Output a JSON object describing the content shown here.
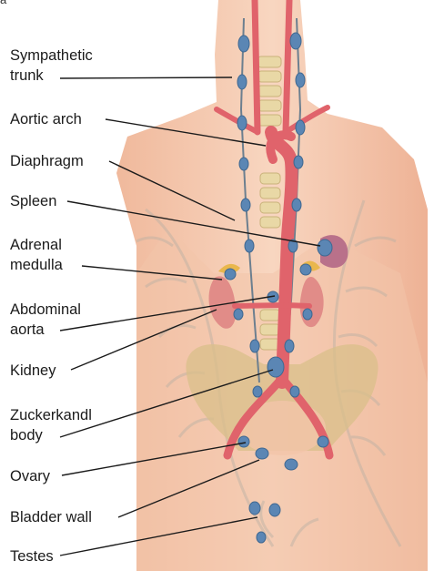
{
  "figure": {
    "panel_letter": "a",
    "labels": [
      {
        "id": "sympathetic-trunk",
        "lines": [
          "Sympathetic",
          "trunk"
        ]
      },
      {
        "id": "aortic-arch",
        "lines": [
          "Aortic arch"
        ]
      },
      {
        "id": "diaphragm",
        "lines": [
          "Diaphragm"
        ]
      },
      {
        "id": "spleen",
        "lines": [
          "Spleen"
        ]
      },
      {
        "id": "adrenal-medulla",
        "lines": [
          "Adrenal",
          "medulla"
        ]
      },
      {
        "id": "abdominal-aorta",
        "lines": [
          "Abdominal",
          "aorta"
        ]
      },
      {
        "id": "kidney",
        "lines": [
          "Kidney"
        ]
      },
      {
        "id": "zuckerkandl-body",
        "lines": [
          "Zuckerkandl",
          "body"
        ]
      },
      {
        "id": "ovary",
        "lines": [
          "Ovary"
        ]
      },
      {
        "id": "bladder-wall",
        "lines": [
          "Bladder wall"
        ]
      },
      {
        "id": "testes",
        "lines": [
          "Testes"
        ]
      }
    ]
  },
  "colors": {
    "skin": "#f6cdb4",
    "skin_shadow": "#eab396",
    "artery": "#e0636b",
    "paraganglia": "#5b86b4",
    "pelvis": "#d9bf8a",
    "watermark": "#b9b0a4",
    "leader_line": "#1b1b1b"
  }
}
